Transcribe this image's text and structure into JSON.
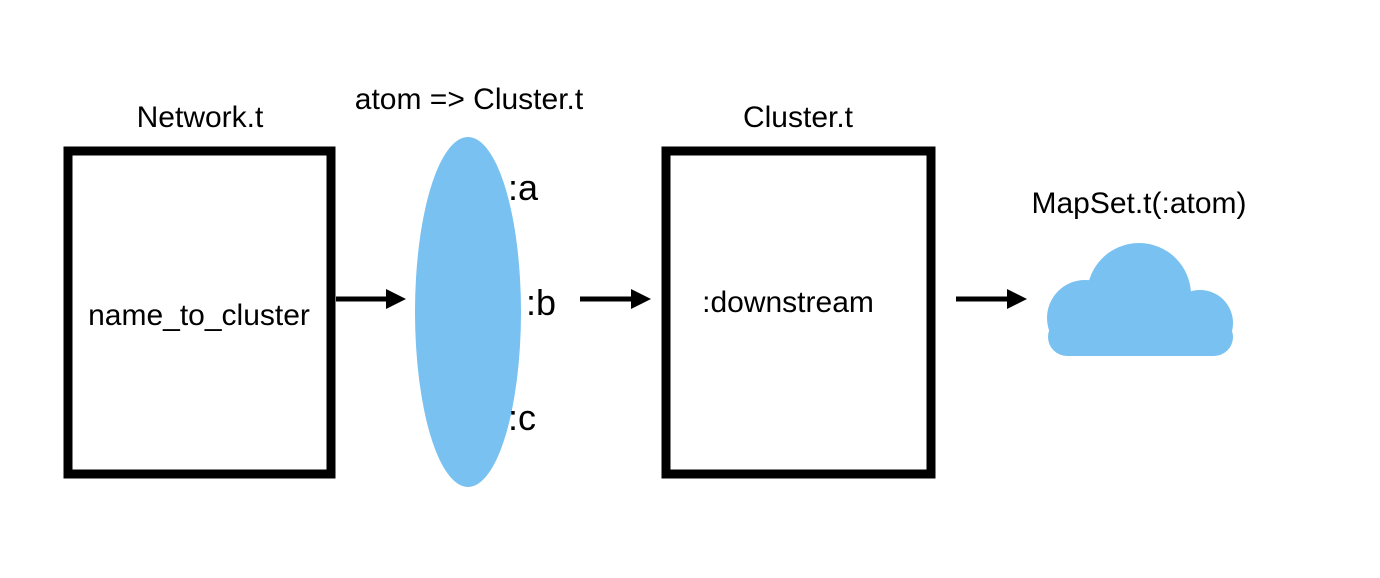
{
  "colors": {
    "shape_fill": "#78C1F0",
    "stroke": "#000000",
    "background": "#FFFFFF"
  },
  "network": {
    "title": "Network.t",
    "field": "name_to_cluster"
  },
  "map": {
    "title": "atom => Cluster.t",
    "keys": [
      ":a",
      ":b",
      ":c"
    ]
  },
  "cluster": {
    "title": "Cluster.t",
    "field": ":downstream"
  },
  "mapset": {
    "title": "MapSet.t(:atom)",
    "icon": "cloud-icon"
  }
}
